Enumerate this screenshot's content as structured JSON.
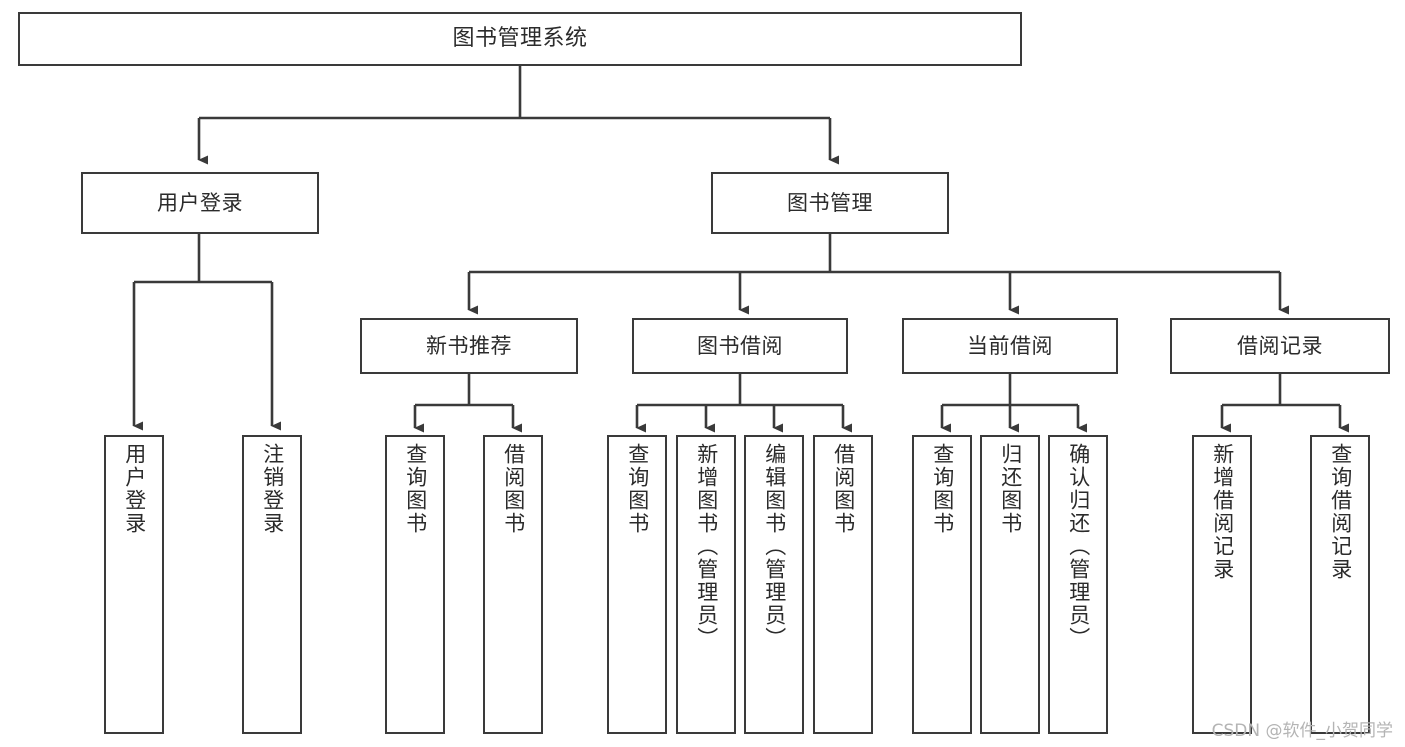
{
  "diagram": {
    "type": "tree-hierarchy",
    "title": "图书管理系统",
    "watermark": "CSDN @软件_小贺同学",
    "colors": {
      "background": "#ffffff",
      "node_fill": "#ffffff",
      "node_border": "#3a3a3a",
      "text": "#2b2b2b",
      "connector": "#3a3a3a",
      "watermark": "#b4b4b4"
    },
    "nodes": {
      "root": {
        "label": "图书管理系统"
      },
      "level2": [
        {
          "id": "user-login",
          "label": "用户登录"
        },
        {
          "id": "book-management",
          "label": "图书管理"
        }
      ],
      "level3": [
        {
          "id": "new-book-recommend",
          "label": "新书推荐"
        },
        {
          "id": "book-borrow",
          "label": "图书借阅"
        },
        {
          "id": "current-borrow",
          "label": "当前借阅"
        },
        {
          "id": "borrow-record",
          "label": "借阅记录"
        }
      ],
      "leaves": {
        "user_login": [
          {
            "id": "leaf-user-login",
            "label": "用户登录"
          },
          {
            "id": "leaf-logout",
            "label": "注销登录"
          }
        ],
        "new_book_recommend": [
          {
            "id": "leaf-query-book-1",
            "label": "查询图书"
          },
          {
            "id": "leaf-borrow-book-1",
            "label": "借阅图书"
          }
        ],
        "book_borrow": [
          {
            "id": "leaf-query-book-2",
            "label": "查询图书"
          },
          {
            "id": "leaf-add-book",
            "label": "新增图书（管理员）"
          },
          {
            "id": "leaf-edit-book",
            "label": "编辑图书（管理员）"
          },
          {
            "id": "leaf-borrow-book-2",
            "label": "借阅图书"
          }
        ],
        "current_borrow": [
          {
            "id": "leaf-query-book-3",
            "label": "查询图书"
          },
          {
            "id": "leaf-return-book",
            "label": "归还图书"
          },
          {
            "id": "leaf-confirm-return",
            "label": "确认归还（管理员）"
          }
        ],
        "borrow_record": [
          {
            "id": "leaf-add-record",
            "label": "新增借阅记录"
          },
          {
            "id": "leaf-query-record",
            "label": "查询借阅记录"
          }
        ]
      }
    }
  }
}
